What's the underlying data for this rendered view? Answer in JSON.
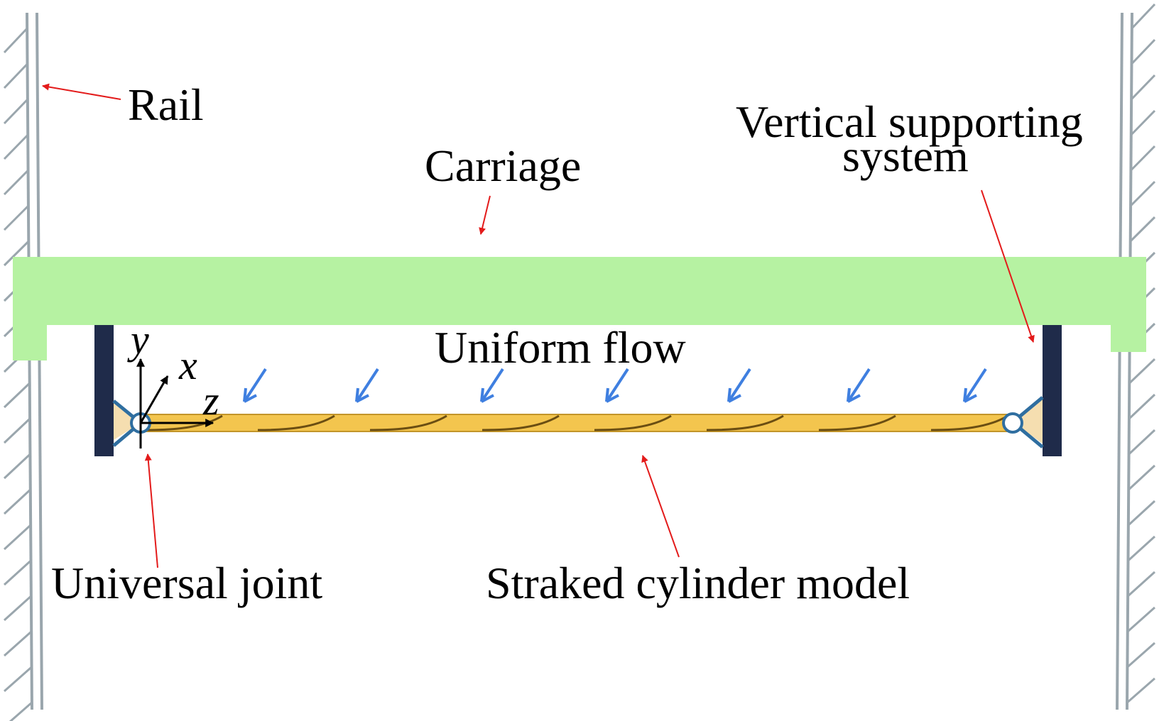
{
  "labels": {
    "rail": "Rail",
    "carriage": "Carriage",
    "vertical_support_line1": "Vertical supporting",
    "vertical_support_line2": "system",
    "uniform_flow": "Uniform flow",
    "universal_joint": "Universal joint",
    "straked_cylinder": "Straked cylinder model"
  },
  "axes": {
    "y": "y",
    "x": "x",
    "z": "z"
  },
  "colors": {
    "rail": "#9aa6ad",
    "carriage": "#b6f2a2",
    "support_post": "#1f2b4a",
    "cylinder": "#f3c54e",
    "cylinder_edge": "#c2952a",
    "strake": "#6b4e12",
    "flow_arrow": "#3f7fe0",
    "pointer_arrow": "#e31b1b",
    "joint_fill": "#f5deb0",
    "joint_stroke": "#2f6ea0"
  },
  "flow_arrow_count": 7
}
